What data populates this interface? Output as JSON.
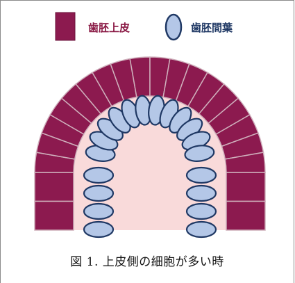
{
  "legend": {
    "epithelium": {
      "label": "歯胚上皮",
      "color": "#8c1a4f",
      "icon": "dark-red-block"
    },
    "mesenchyme": {
      "label": "歯胚間葉",
      "color": "#b4c7e7",
      "icon": "light-blue-ellipse"
    }
  },
  "diagram": {
    "epithelium_segment_count": 22,
    "mesenchyme_cell_count": 20,
    "colors": {
      "epithelium_fill": "#8c1a4f",
      "epithelium_stroke": "#cfb0bc",
      "mesenchyme_fill": "#b4c7e7",
      "mesenchyme_stroke": "#1f3864",
      "background_tissue": "#f9dada"
    }
  },
  "caption": "図 1.  上皮側の細胞が多い時"
}
